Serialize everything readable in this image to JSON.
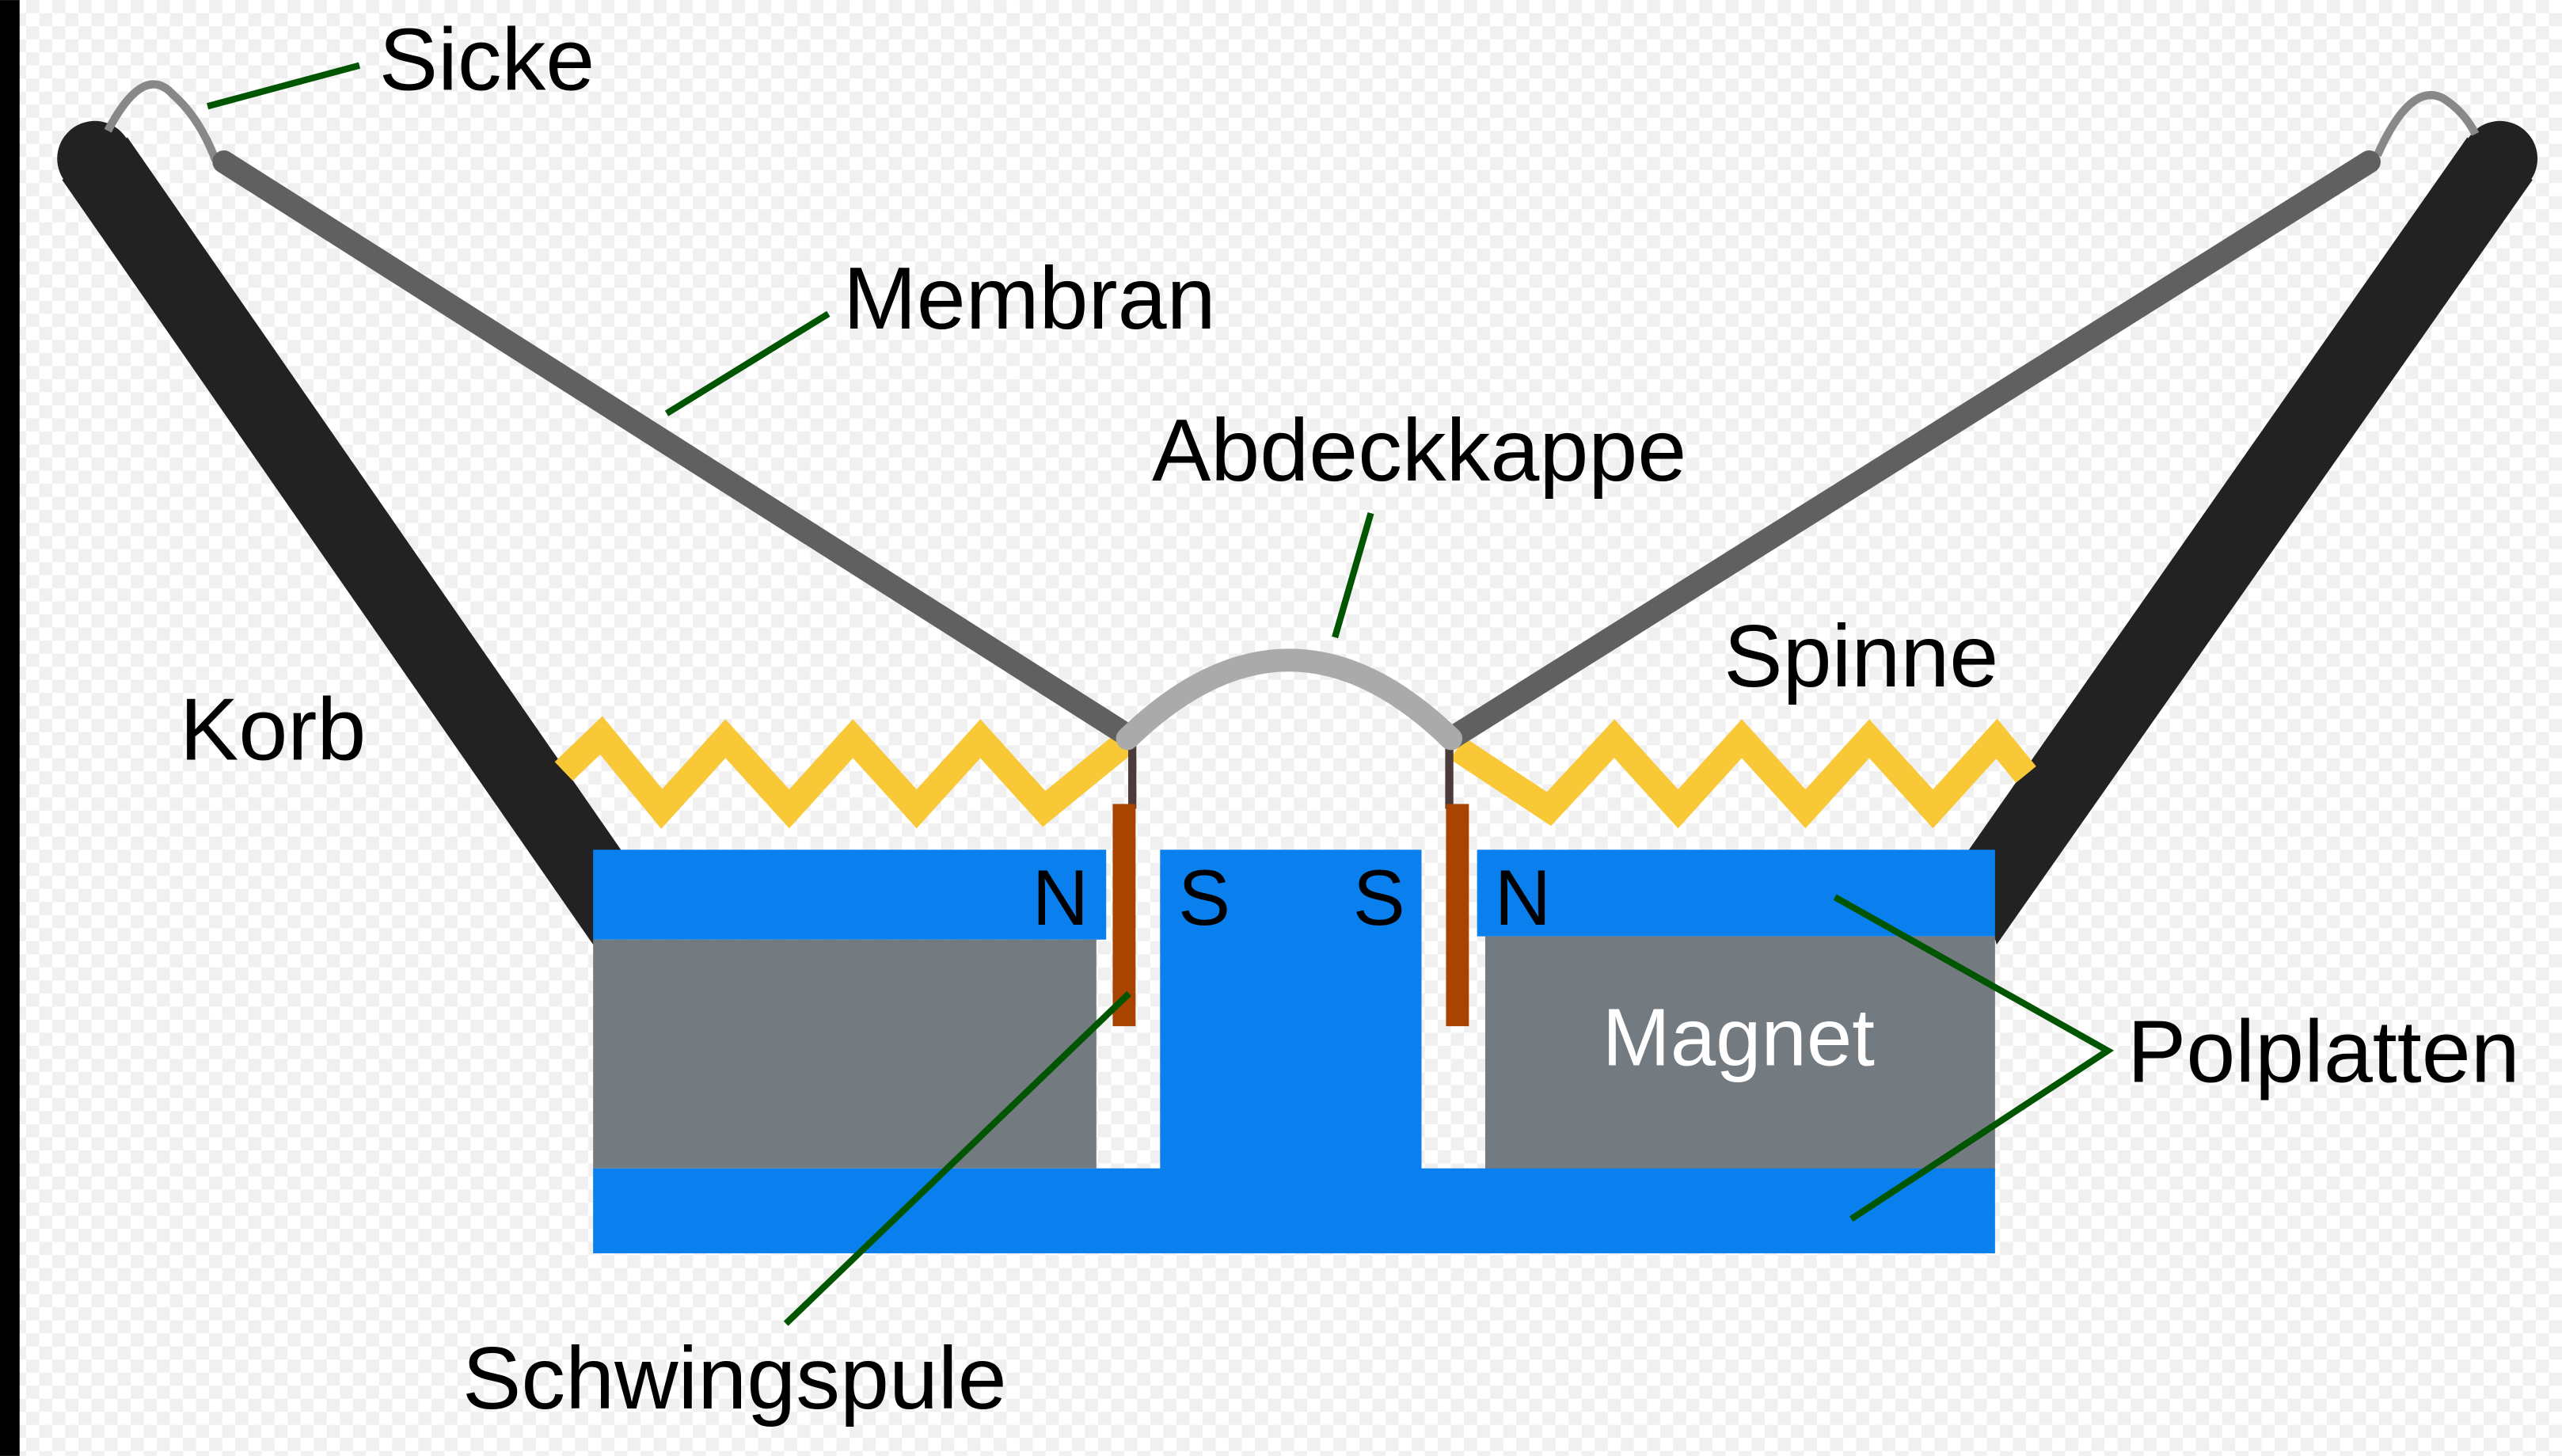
{
  "labels": {
    "sicke": "Sicke",
    "membran": "Membran",
    "abdeckkappe": "Abdeckkappe",
    "spinne": "Spinne",
    "korb": "Korb",
    "polplatten": "Polplatten",
    "schwingspule": "Schwingspule",
    "magnet": "Magnet"
  },
  "poles": {
    "left_outer": "N",
    "left_inner": "S",
    "right_inner": "S",
    "right_outer": "N"
  },
  "colors": {
    "korb": "#222222",
    "membran": "#606060",
    "sicke": "#888888",
    "abdeckkappe": "#aaaaaa",
    "spinne": "#f8c837",
    "polplatten": "#0a80ee",
    "magnet": "#737a80",
    "schwingspule": "#a84300",
    "leader": "#005500"
  }
}
